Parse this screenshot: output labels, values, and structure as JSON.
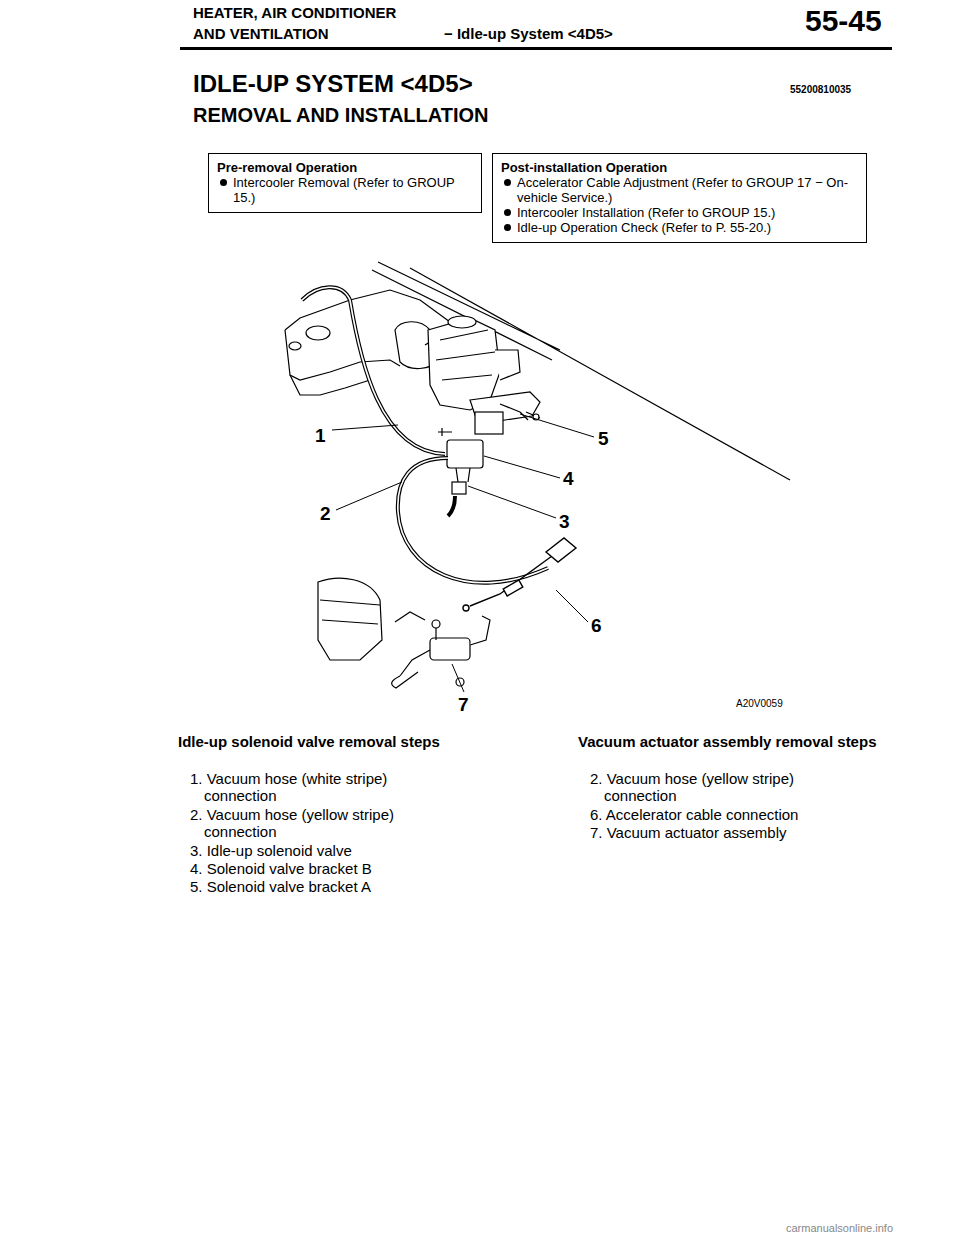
{
  "diagram": {
    "title": "IDLE-UP SYSTEM <4D5>",
    "nodes": [
      {
        "text": [
          "Pre-removal Operation",
          "Intercooler Removal (Refer to GROUP 15.)"
        ]
      },
      {
        "text": [
          "Post-installation Operation",
          "Accelerator Cable Adjustment (Refer to GROUP 17 − On-vehicle Service.)",
          "Intercooler Installation (Refer to GROUP 15.)",
          "Idle-up Operation Check (Refer to P. 55-20.)"
        ]
      }
    ],
    "labels": [
      "HEATER, AIR CONDITIONER",
      "AND VENTILATION",
      "− Idle-up System <4D5>",
      "55-45",
      "55200810035",
      "REMOVAL AND INSTALLATION",
      "1",
      "5",
      "4",
      "2",
      "3",
      "6",
      "7",
      "A20V0059",
      "Idle-up solenoid valve removal steps",
      "1. Vacuum hose (white stripe) connection",
      "2. Vacuum hose (yellow stripe) connection",
      "3. Idle-up solenoid valve",
      "4. Solenoid valve bracket B",
      "5. Solenoid valve bracket A",
      "Vacuum actuator assembly removal steps",
      "2. Vacuum hose (yellow stripe) connection",
      "6. Accelerator cable connection",
      "7. Vacuum actuator assembly",
      "carmanualsonline.info"
    ]
  }
}
